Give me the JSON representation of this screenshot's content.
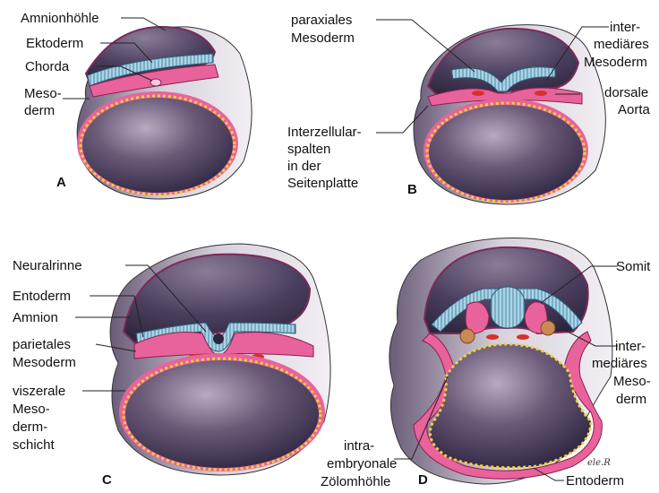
{
  "panels": {
    "a": {
      "letter": "A",
      "labels": {
        "amnionhoehle": "Amnionhöhle",
        "ektoderm": "Ektoderm",
        "chorda": "Chorda",
        "meso_1": "Meso-",
        "meso_2": "derm"
      }
    },
    "b": {
      "letter": "B",
      "labels": {
        "paraxial_1": "paraxiales",
        "paraxial_2": "Mesoderm",
        "inter_1": "inter-",
        "inter_2": "mediäres",
        "inter_3": "Mesoderm",
        "dorsal_1": "dorsale",
        "dorsal_2": "Aorta",
        "spalten_1": "Interzellular-",
        "spalten_2": "spalten",
        "spalten_3": "in der",
        "spalten_4": "Seitenplatte"
      }
    },
    "c": {
      "letter": "C",
      "labels": {
        "neuralrinne": "Neuralrinne",
        "entoderm": "Entoderm",
        "amnion": "Amnion",
        "parietal_1": "parietales",
        "parietal_2": "Mesoderm",
        "visz_1": "viszerale",
        "visz_2": "Meso-",
        "visz_3": "derm-",
        "visz_4": "schicht"
      }
    },
    "d": {
      "letter": "D",
      "labels": {
        "somit": "Somit",
        "inter_1": "inter-",
        "inter_2": "mediäres",
        "inter_3": "Meso-",
        "inter_4": "derm",
        "intra_1": "intra-",
        "intra_2": "embryonale",
        "intra_3": "Zölomhöhle",
        "entoderm": "Entoderm"
      },
      "signature": "ele.R"
    }
  },
  "colors": {
    "ectoderm": "#a9d5e6",
    "mesoderm": "#e8639b",
    "yolk_dark": "#3a3050",
    "yolk_mid": "#6a5a78",
    "yolk_light": "#b7abc0",
    "entoderm_dots": "#f2d23a",
    "aorta": "#d8302a",
    "somite_nodule": "#c98a55"
  }
}
